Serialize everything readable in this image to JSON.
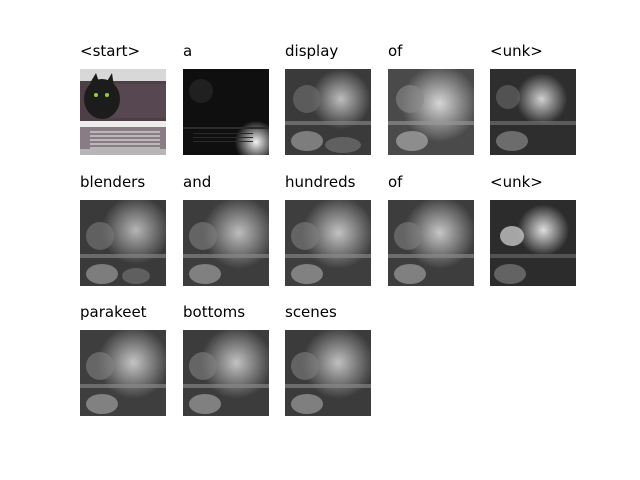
{
  "tokens": [
    {
      "word": "<start>",
      "style": "original"
    },
    {
      "word": "a",
      "style": "dark"
    },
    {
      "word": "display",
      "style": "blur"
    },
    {
      "word": "of",
      "style": "blur-bright"
    },
    {
      "word": "<unk>",
      "style": "blur-dark"
    },
    {
      "word": "blenders",
      "style": "blur"
    },
    {
      "word": "and",
      "style": "blur"
    },
    {
      "word": "hundreds",
      "style": "blur"
    },
    {
      "word": "of",
      "style": "blur"
    },
    {
      "word": "<unk>",
      "style": "blur-dark"
    },
    {
      "word": "parakeet",
      "style": "blur"
    },
    {
      "word": "bottoms",
      "style": "blur"
    },
    {
      "word": "scenes",
      "style": "blur"
    }
  ]
}
